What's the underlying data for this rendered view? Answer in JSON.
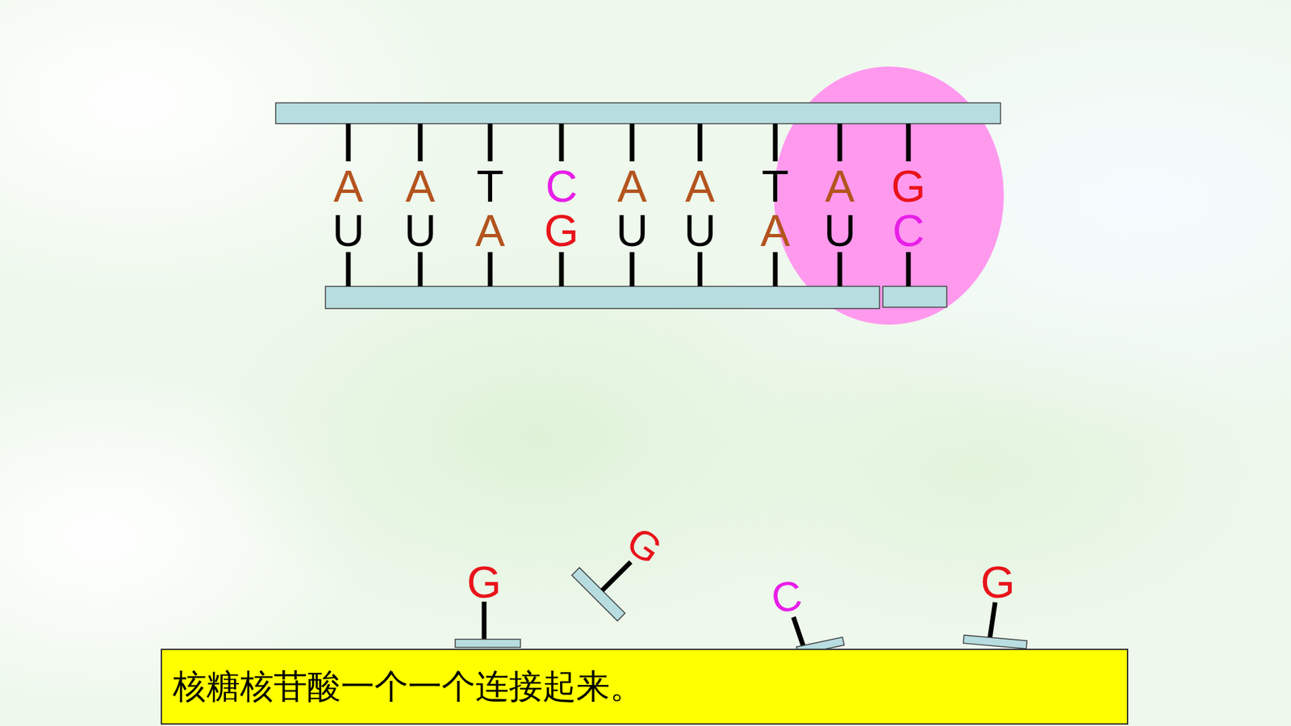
{
  "diagram": {
    "nodes": [
      {
        "text": [
          "核糖核苷酸一个一个连接起来。"
        ]
      }
    ],
    "labels": [
      "A",
      "A",
      "T",
      "C",
      "A",
      "A",
      "T",
      "A",
      "G",
      "U",
      "U",
      "A",
      "G",
      "U",
      "U",
      "A",
      "U",
      "C",
      "G",
      "G",
      "C",
      "G"
    ]
  }
}
